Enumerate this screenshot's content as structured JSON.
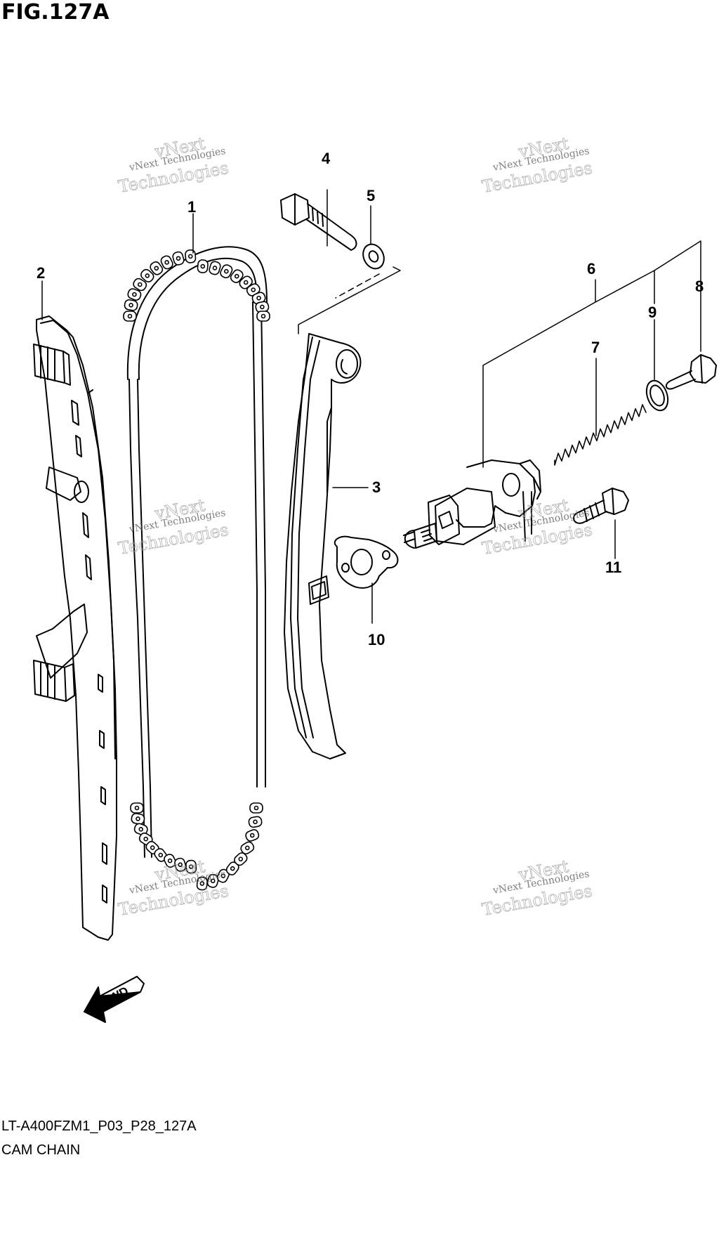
{
  "header": {
    "figure_title": "FIG.127A"
  },
  "footer": {
    "diagram_code": "LT-A400FZM1_P03_P28_127A",
    "diagram_name": "CAM CHAIN"
  },
  "callouts": [
    "1",
    "2",
    "3",
    "4",
    "5",
    "6",
    "7",
    "8",
    "9",
    "10",
    "11"
  ],
  "direction_arrow": {
    "label": "FWD"
  },
  "watermark": {
    "line1": "vNext Technologies",
    "line2": "vNext",
    "line3": "Technologies"
  }
}
